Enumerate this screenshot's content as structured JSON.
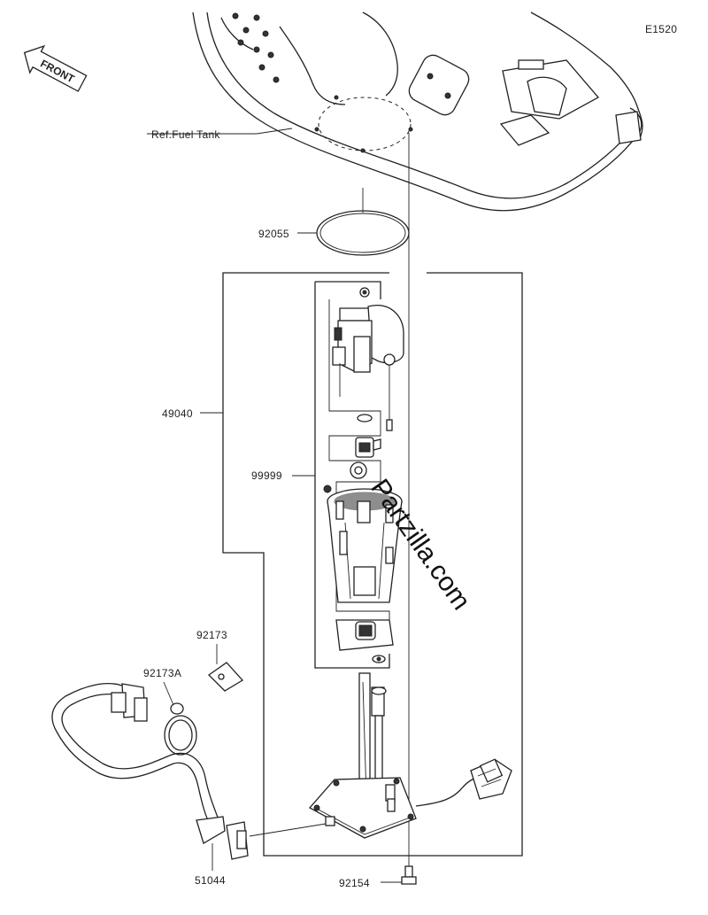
{
  "diagram_code": "E1520",
  "front_label": "FRONT",
  "watermark": "Partzilla.com",
  "parts": {
    "fuel_tank_ref": "Ref.Fuel Tank",
    "gasket": "92055",
    "pump_assembly": "49040",
    "service_kit": "99999",
    "clamp": "92173",
    "clamp_a": "92173A",
    "hose": "51044",
    "bolt": "92154"
  }
}
